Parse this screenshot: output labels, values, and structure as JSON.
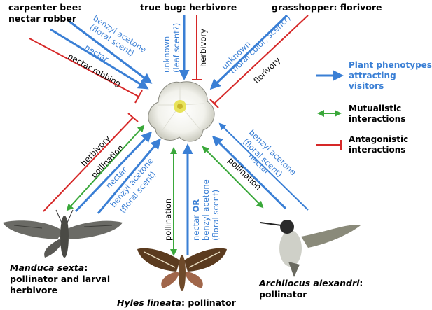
{
  "colors": {
    "attracting": "#3a7fd5",
    "mutualistic": "#3aa83a",
    "antagonistic": "#d62828"
  },
  "icons": [
    "flower-icon",
    "carpenter-bee-icon",
    "true-bug-icon",
    "grasshopper-icon",
    "manduca-moth-icon",
    "hyles-moth-icon",
    "hummingbird-icon"
  ],
  "visitors": {
    "carpenter_bee": {
      "title_line1": "carpenter bee:",
      "title_line2": "nectar robber"
    },
    "true_bug": {
      "title": "true bug: herbivore"
    },
    "grasshopper": {
      "title": "grasshopper: florivore"
    },
    "manduca": {
      "name": "Manduca sexta",
      "name_suffix": ":",
      "line2": "pollinator and larval",
      "line3": "herbivore"
    },
    "hyles": {
      "name": "Hyles lineata",
      "suffix": ": pollinator"
    },
    "archilocus": {
      "name": "Archilocus alexandri",
      "suffix": ":",
      "line2": "pollinator"
    }
  },
  "edge_labels": {
    "bee_benzyl": "benzyl acetone",
    "bee_floral": "(floral scent)",
    "bee_nectar": "nectar",
    "bee_robbing": "nectar robbing",
    "bug_unknown": "unknown",
    "bug_leaf": "(leaf scent?)",
    "bug_herbivory": "herbivory",
    "grass_unknown": "unknown",
    "grass_floral": "(floral color, scent?)",
    "grass_florivory": "florivory",
    "manduca_herbivory": "herbivory",
    "manduca_pollination": "pollination",
    "manduca_nectar": "nectar",
    "manduca_benzyl": "benzyl acetone",
    "manduca_floral": "(floral scent)",
    "hyles_pollination": "pollination",
    "hyles_nectar": "nectar",
    "hyles_or": "OR",
    "hyles_benzyl": "benzyl acetone",
    "hyles_floral": "(floral scent)",
    "bird_benzyl": "benzyl acetone",
    "bird_floral": "(floral scent)",
    "bird_pollination": "pollination",
    "bird_nectar": "nectar"
  },
  "legend": {
    "attracting_line1": "Plant phenotypes",
    "attracting_line2": "attracting",
    "attracting_line3": "visitors",
    "mutualistic_line1": "Mutualistic",
    "mutualistic_line2": "interactions",
    "antagonistic_line1": "Antagonistic",
    "antagonistic_line2": "interactions"
  }
}
